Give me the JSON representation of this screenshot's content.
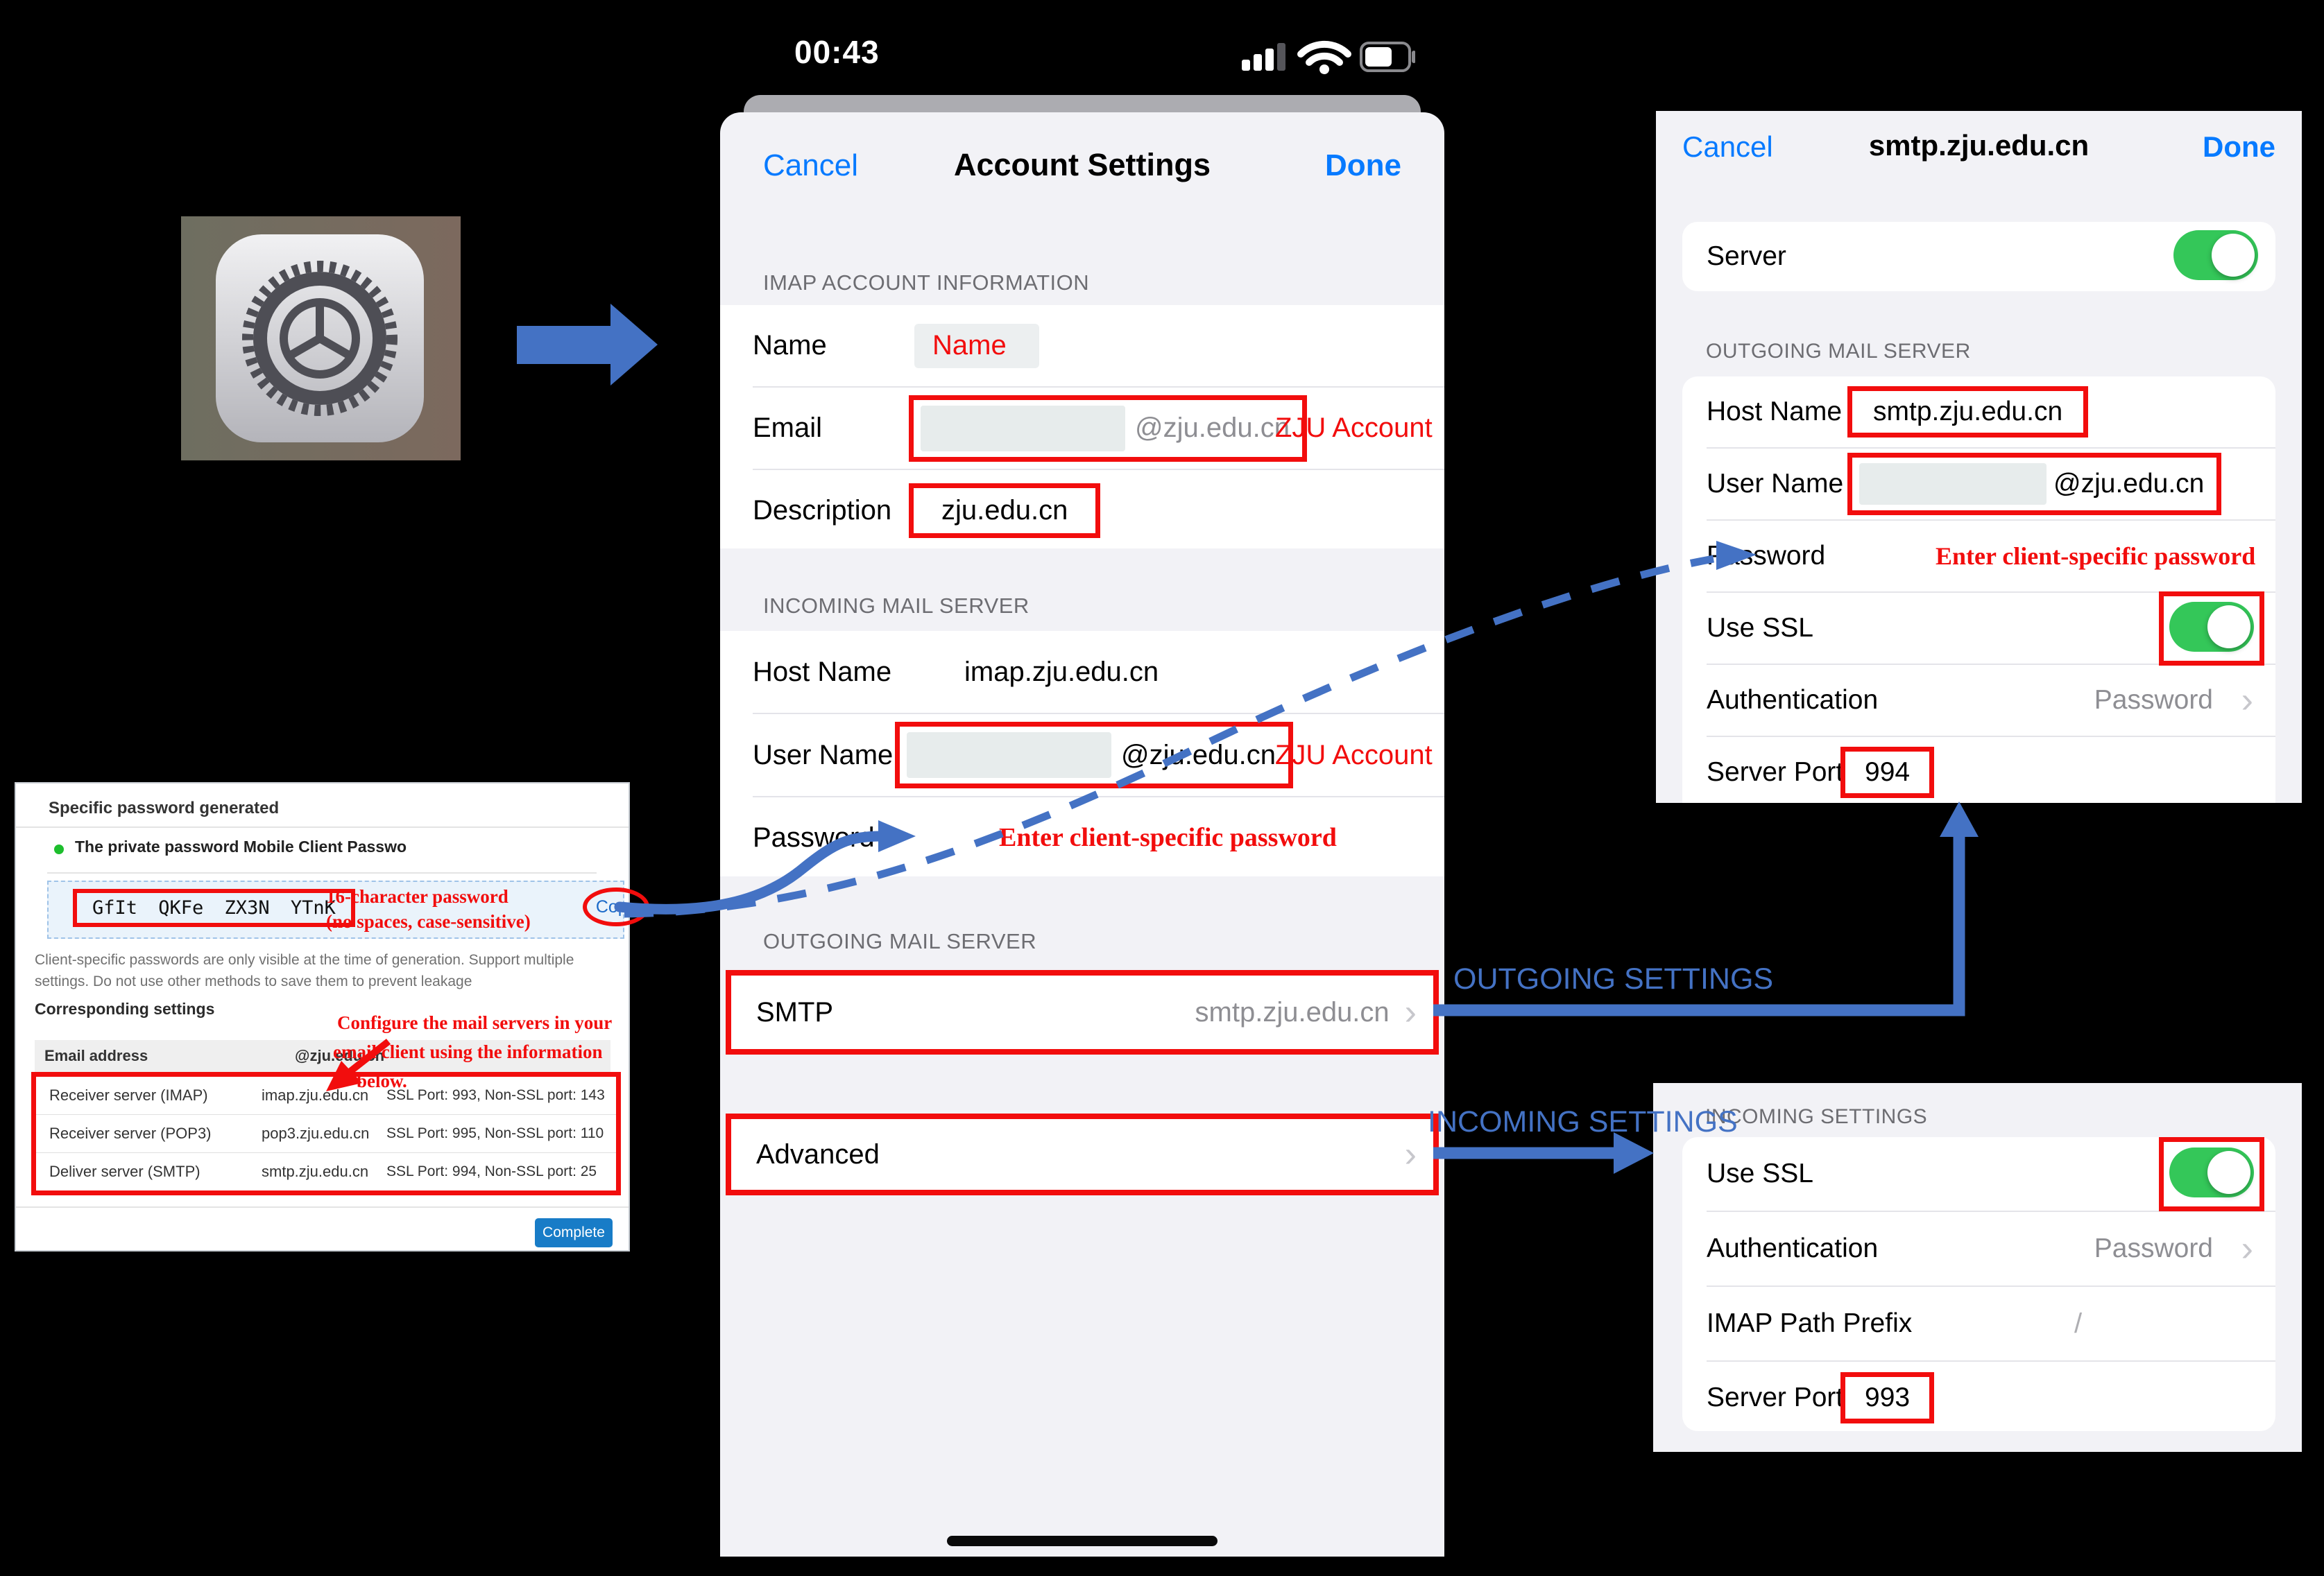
{
  "status_bar": {
    "time": "00:43"
  },
  "account_screen": {
    "nav": {
      "cancel": "Cancel",
      "title": "Account Settings",
      "done": "Done"
    },
    "section_imap": "IMAP ACCOUNT INFORMATION",
    "rows": {
      "name": {
        "label": "Name",
        "value": "Name"
      },
      "email": {
        "label": "Email",
        "suffix": "@zju.edu.cn",
        "annotation": "ZJU Account"
      },
      "description": {
        "label": "Description",
        "value": "zju.edu.cn"
      }
    },
    "section_incoming": "INCOMING MAIL SERVER",
    "incoming": {
      "host": {
        "label": "Host Name",
        "value": "imap.zju.edu.cn"
      },
      "user": {
        "label": "User Name",
        "suffix": "@zju.edu.cn",
        "annotation": "ZJU Account"
      },
      "password": {
        "label": "Password",
        "annotation": "Enter client-specific password"
      }
    },
    "section_outgoing": "OUTGOING MAIL SERVER",
    "smtp": {
      "label": "SMTP",
      "value": "smtp.zju.edu.cn",
      "chevron": "›"
    },
    "advanced": {
      "label": "Advanced",
      "chevron": "›"
    }
  },
  "password_dialog": {
    "title": "Specific password generated",
    "subtitle": "The private password Mobile Client Passwo",
    "password": "GfIt QKFe ZX3N YTnK",
    "copy": "Copy",
    "annotation_line1": "16-character password",
    "annotation_line2": "(no spaces, case-sensitive)",
    "note_line1": "Client-specific passwords are only visible at the time of generation. Support multiple",
    "note_line2": "settings. Do not use other methods to save them to prevent leakage",
    "corresponding": "Corresponding settings",
    "config_note_line1": "Configure the mail servers in your",
    "config_note_line2": "email client using the information",
    "config_note_line3": "below.",
    "table": {
      "header": {
        "col1": "Email address",
        "col2": "@zju.edu.cn"
      },
      "rows": [
        {
          "server": "Receiver server (IMAP)",
          "host": "imap.zju.edu.cn",
          "ports": "SSL Port: 993, Non-SSL port: 143"
        },
        {
          "server": "Receiver server (POP3)",
          "host": "pop3.zju.edu.cn",
          "ports": "SSL Port: 995, Non-SSL port: 110"
        },
        {
          "server": "Deliver server (SMTP)",
          "host": "smtp.zju.edu.cn",
          "ports": "SSL Port: 994, Non-SSL port: 25"
        }
      ]
    },
    "complete": "Complete"
  },
  "smtp_screen": {
    "nav": {
      "cancel": "Cancel",
      "title": "smtp.zju.edu.cn",
      "done": "Done"
    },
    "server_label": "Server",
    "section": "OUTGOING MAIL SERVER",
    "rows": {
      "host": {
        "label": "Host Name",
        "value": "smtp.zju.edu.cn"
      },
      "user": {
        "label": "User Name",
        "suffix": "@zju.edu.cn"
      },
      "password": {
        "label": "Password",
        "annotation": "Enter client-specific password"
      },
      "ssl": {
        "label": "Use SSL"
      },
      "auth": {
        "label": "Authentication",
        "value": "Password",
        "chevron": "›"
      },
      "port": {
        "label": "Server Port",
        "value": "994"
      }
    }
  },
  "incoming_screen": {
    "section": "INCOMING SETTINGS",
    "rows": {
      "ssl": {
        "label": "Use SSL"
      },
      "auth": {
        "label": "Authentication",
        "value": "Password",
        "chevron": "›"
      },
      "imap_path": {
        "label": "IMAP Path Prefix",
        "value": "/"
      },
      "port": {
        "label": "Server Port",
        "value": "993"
      }
    }
  },
  "flow_labels": {
    "outgoing": "OUTGOING SETTINGS",
    "incoming": "INCOMING SETTINGS"
  },
  "colors": {
    "ios_blue": "#077aff",
    "arrow_blue": "#4472C4",
    "annotation_red": "#f20d0d",
    "toggle_green": "#34C759",
    "copy_link_blue": "#1b6ac9",
    "complete_button_blue": "#187cc7"
  }
}
